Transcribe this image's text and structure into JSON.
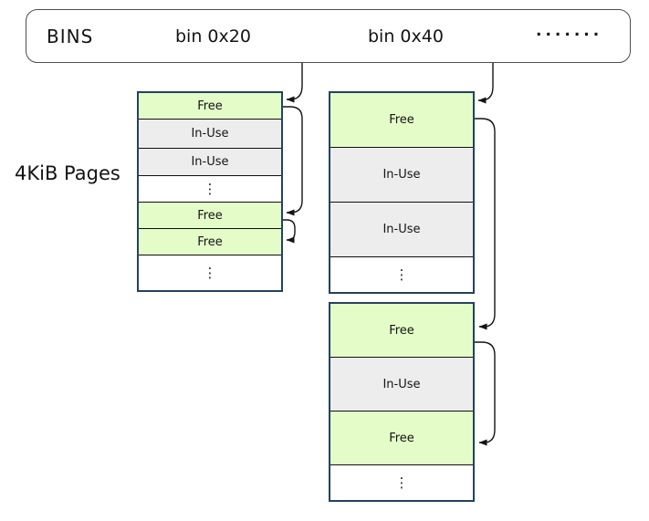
{
  "bins": {
    "title": "BINS",
    "items": [
      {
        "label": "bin 0x20"
      },
      {
        "label": "bin 0x40"
      }
    ],
    "more_dots": "·······"
  },
  "pages_label": "4KiB Pages",
  "ellipsis": "⋮",
  "pages": [
    {
      "name": "page-for-bin-0x20",
      "rows": [
        {
          "type": "free",
          "label": "Free"
        },
        {
          "type": "inuse",
          "label": "In-Use"
        },
        {
          "type": "inuse",
          "label": "In-Use"
        },
        {
          "type": "dots",
          "label": "⋮"
        },
        {
          "type": "free",
          "label": "Free"
        },
        {
          "type": "free",
          "label": "Free"
        },
        {
          "type": "dots",
          "label": "⋮"
        }
      ]
    },
    {
      "name": "page-for-bin-0x40-first",
      "rows": [
        {
          "type": "free",
          "label": "Free"
        },
        {
          "type": "inuse",
          "label": "In-Use"
        },
        {
          "type": "inuse",
          "label": "In-Use"
        },
        {
          "type": "dots",
          "label": "⋮"
        }
      ]
    },
    {
      "name": "page-for-bin-0x40-second",
      "rows": [
        {
          "type": "free",
          "label": "Free"
        },
        {
          "type": "inuse",
          "label": "In-Use"
        },
        {
          "type": "free",
          "label": "Free"
        },
        {
          "type": "dots",
          "label": "⋮"
        }
      ]
    }
  ],
  "colors": {
    "free": "#e4fcc8",
    "inuse": "#ededed",
    "page_border": "#24425f",
    "arrow": "#141414"
  }
}
